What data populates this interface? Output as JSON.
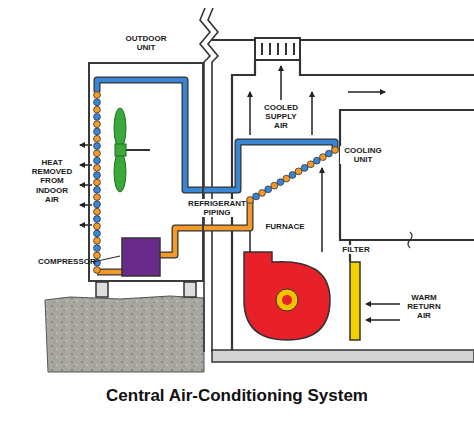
{
  "diagram": {
    "caption": "Central Air-Conditioning System",
    "nodes": [
      {
        "text": [
          "OUTDOOR UNIT"
        ]
      }
    ],
    "labels": [
      "HEAT REMOVED FROM INDOOR AIR",
      "COMPRESSOR",
      "REFRIGERANT PIPING",
      "COOLED SUPPLY AIR",
      "COOLING UNIT",
      "FURNACE",
      "FILTER",
      "WARM RETURN AIR"
    ]
  }
}
